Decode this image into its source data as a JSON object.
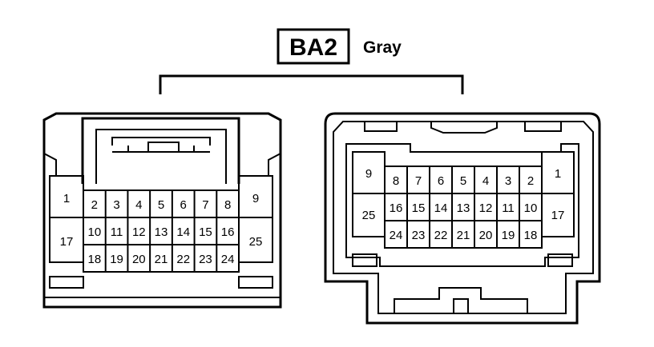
{
  "connector": {
    "code": "BA2",
    "color": "Gray"
  },
  "left_view": {
    "rows": [
      [
        "2",
        "3",
        "4",
        "5",
        "6",
        "7",
        "8"
      ],
      [
        "10",
        "11",
        "12",
        "13",
        "14",
        "15",
        "16"
      ],
      [
        "18",
        "19",
        "20",
        "21",
        "22",
        "23",
        "24"
      ]
    ],
    "side_left": [
      "1",
      "17"
    ],
    "side_right": [
      "9",
      "25"
    ]
  },
  "right_view": {
    "rows": [
      [
        "8",
        "7",
        "6",
        "5",
        "4",
        "3",
        "2"
      ],
      [
        "16",
        "15",
        "14",
        "13",
        "12",
        "11",
        "10"
      ],
      [
        "24",
        "23",
        "22",
        "21",
        "20",
        "19",
        "18"
      ]
    ],
    "side_left": [
      "9",
      "25"
    ],
    "side_right": [
      "1",
      "17"
    ]
  }
}
